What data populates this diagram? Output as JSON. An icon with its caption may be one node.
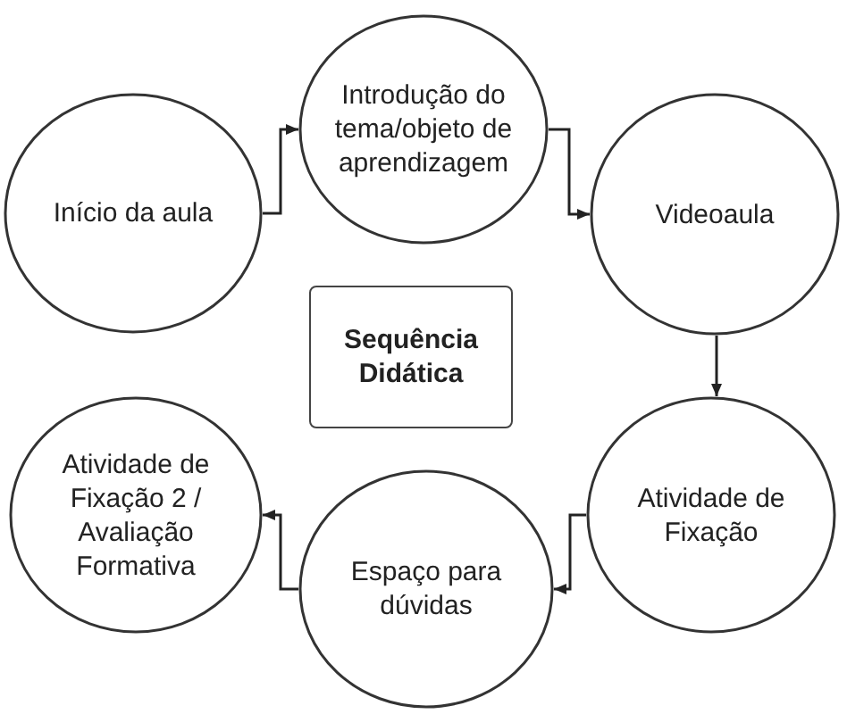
{
  "diagram": {
    "nodes": [
      {
        "text": [
          "Início da aula"
        ]
      },
      {
        "text": [
          "Introdução do tema/objeto de aprendizagem"
        ]
      },
      {
        "text": [
          "Videoaula"
        ]
      },
      {
        "text": [
          "Atividade de Fixação"
        ]
      },
      {
        "text": [
          "Espaço para dúvidas"
        ]
      },
      {
        "text": [
          "Atividade de Fixação 2 / Avaliação Formativa"
        ]
      },
      {
        "text": [
          "Sequência Didática"
        ]
      }
    ],
    "edges": [
      {
        "from": 0,
        "to": 1,
        "arrow": "to"
      },
      {
        "from": 1,
        "to": 2,
        "arrow": "to"
      },
      {
        "from": 2,
        "to": 3,
        "arrow": "to"
      },
      {
        "from": 3,
        "to": 4,
        "arrow": "to"
      },
      {
        "from": 4,
        "to": 5,
        "arrow": "to"
      }
    ]
  }
}
